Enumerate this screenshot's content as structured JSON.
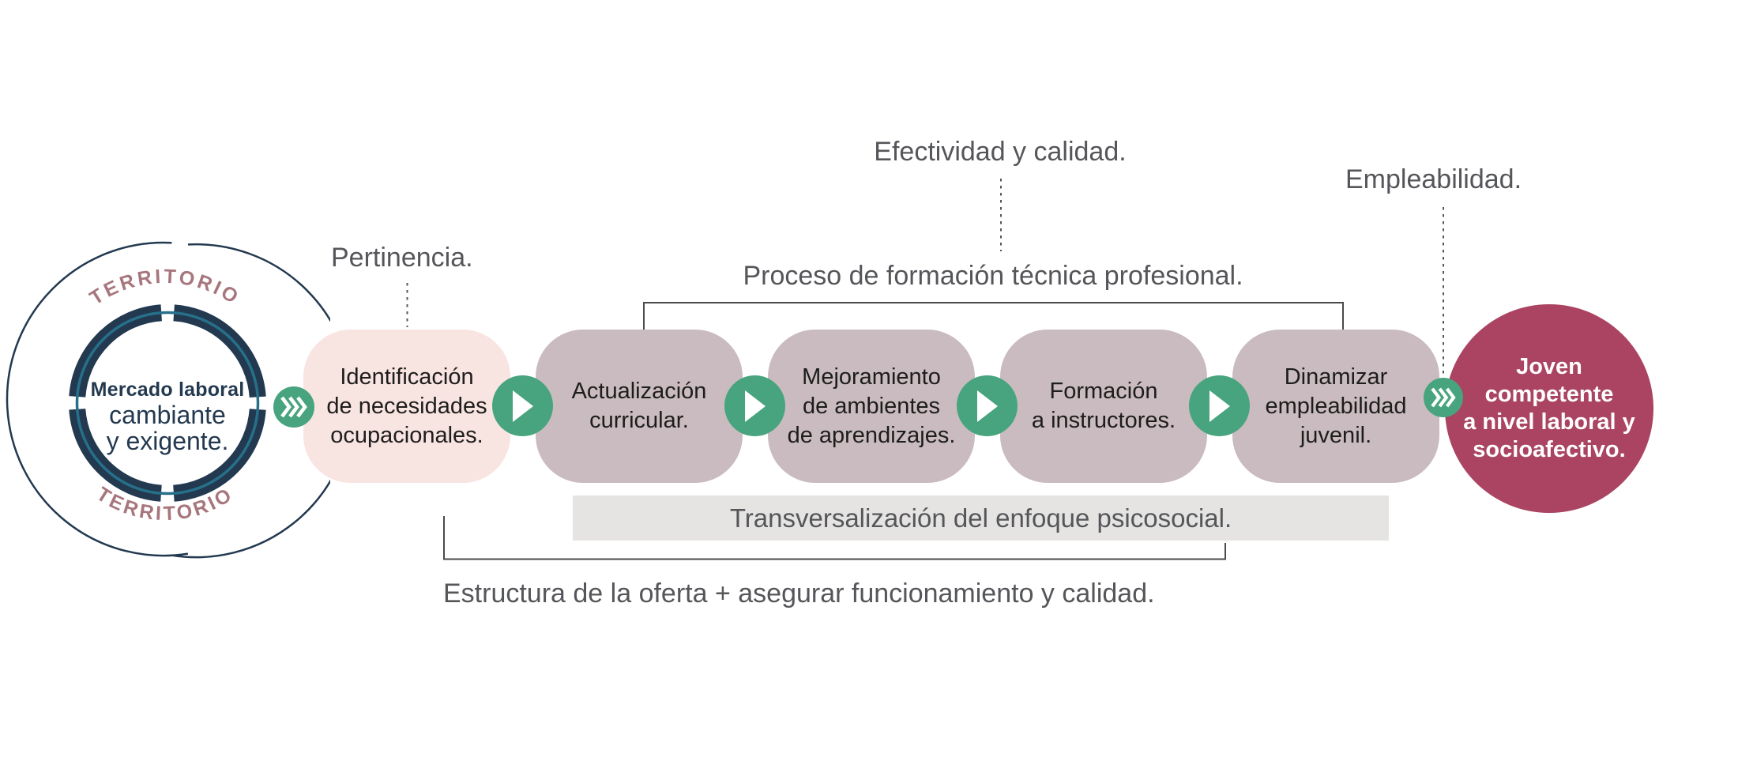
{
  "diagram": {
    "emblem": {
      "territory_top": "TERRITORIO",
      "territory_bottom": "TERRITORIO",
      "center": {
        "line1": "Mercado laboral",
        "line2": "cambiante",
        "line3": "y exigente."
      }
    },
    "steps": [
      {
        "lines": [
          "Identificación",
          "de necesidades",
          "ocupacionales."
        ]
      },
      {
        "lines": [
          "Actualización",
          "curricular.",
          ""
        ]
      },
      {
        "lines": [
          "Mejoramiento",
          "de ambientes",
          "de aprendizajes."
        ]
      },
      {
        "lines": [
          "Formación",
          "a instructores.",
          ""
        ]
      },
      {
        "lines": [
          "Dinamizar",
          "empleabilidad",
          "juvenil."
        ]
      }
    ],
    "outcome": {
      "lines": [
        "Joven",
        "competente",
        "a nivel laboral y",
        "socioafectivo."
      ]
    },
    "labels": {
      "pertinencia": "Pertinencia.",
      "efectividad": "Efectividad y calidad.",
      "empleabilidad": "Empleabilidad.",
      "proceso": "Proceso de formación técnica profesional.",
      "transversalizacion": "Transversalización del enfoque psicosocial.",
      "estructura": "Estructura de la oferta + asegurar funcionamiento y calidad."
    },
    "icons": {
      "flow_arrow": "play-icon",
      "fast_forward": "triple-chevron-icon"
    },
    "colors": {
      "navy": "#233950",
      "teal": "#26708a",
      "rose": "#a7767d",
      "green": "#47a47e",
      "pink_box": "#f8e4e1",
      "mauve_box": "#c9bbbf",
      "maroon": "#aa4462",
      "label_gray": "#55565a",
      "bar_gray": "#e5e4e3"
    }
  }
}
